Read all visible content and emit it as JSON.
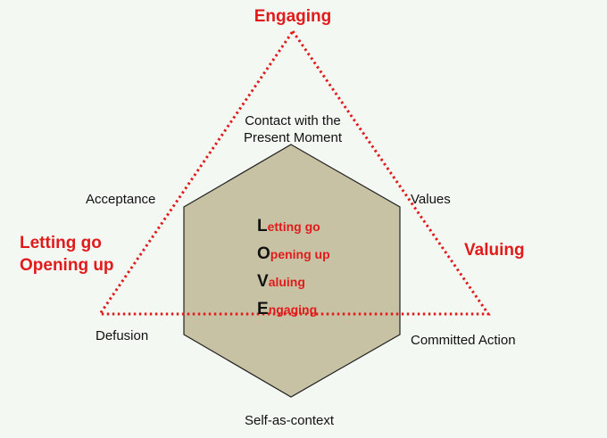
{
  "colors": {
    "background": "#f3f8f3",
    "hexagon_fill": "#c8c2a4",
    "hexagon_stroke": "#222222",
    "accent_red": "#e11b1b"
  },
  "triangle": {
    "top": "Engaging",
    "left": [
      "Letting go",
      "Opening up"
    ],
    "right": "Valuing"
  },
  "hexaflex": {
    "top": [
      "Contact with the",
      "Present Moment"
    ],
    "upper_left": "Acceptance",
    "upper_right": "Values",
    "lower_left": "Defusion",
    "lower_right": "Committed Action",
    "bottom": "Self-as-context"
  },
  "love": [
    {
      "initial": "L",
      "rest": "etting go"
    },
    {
      "initial": "O",
      "rest": "pening up"
    },
    {
      "initial": "V",
      "rest": "aluing"
    },
    {
      "initial": "E",
      "rest": "ngaging"
    }
  ]
}
